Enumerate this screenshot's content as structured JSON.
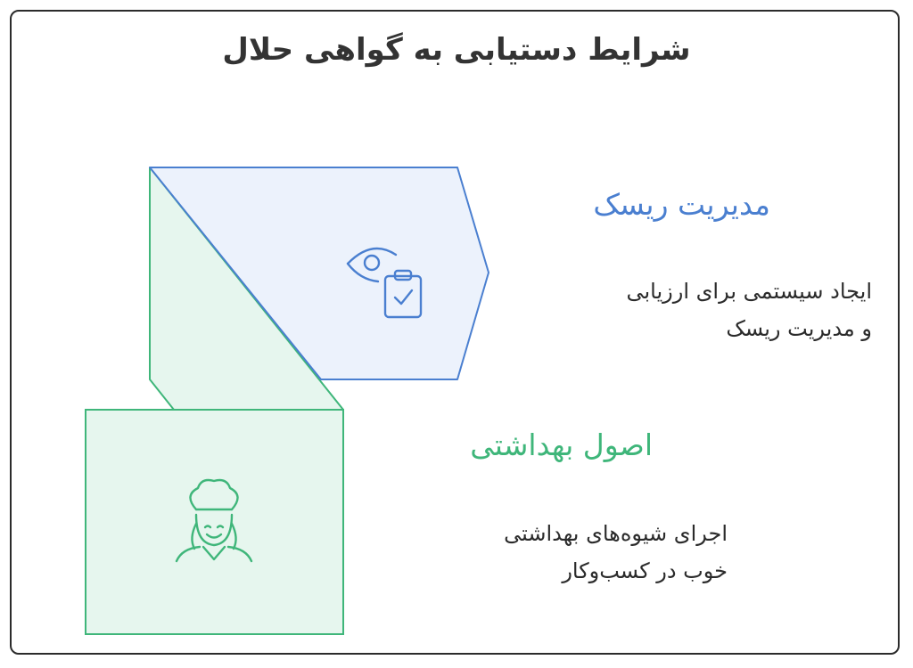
{
  "title": "شرایط دستیابی به گواهی حلال",
  "colors": {
    "risk_stroke": "#4a7fd0",
    "risk_fill": "#ecf2fc",
    "hygiene_stroke": "#3fb67a",
    "hygiene_fill": "#e6f6ee",
    "text": "#2b2b2b"
  },
  "items": [
    {
      "heading": "مدیریت ریسک",
      "description": [
        "ایجاد سیستمی برای ارزیابی",
        "و مدیریت ریسک"
      ],
      "icon": "eye-clipboard-icon"
    },
    {
      "heading": "اصول بهداشتی",
      "description": [
        "اجرای شیوه‌های بهداشتی",
        "خوب در کسب‌وکار"
      ],
      "icon": "chef-icon"
    }
  ]
}
